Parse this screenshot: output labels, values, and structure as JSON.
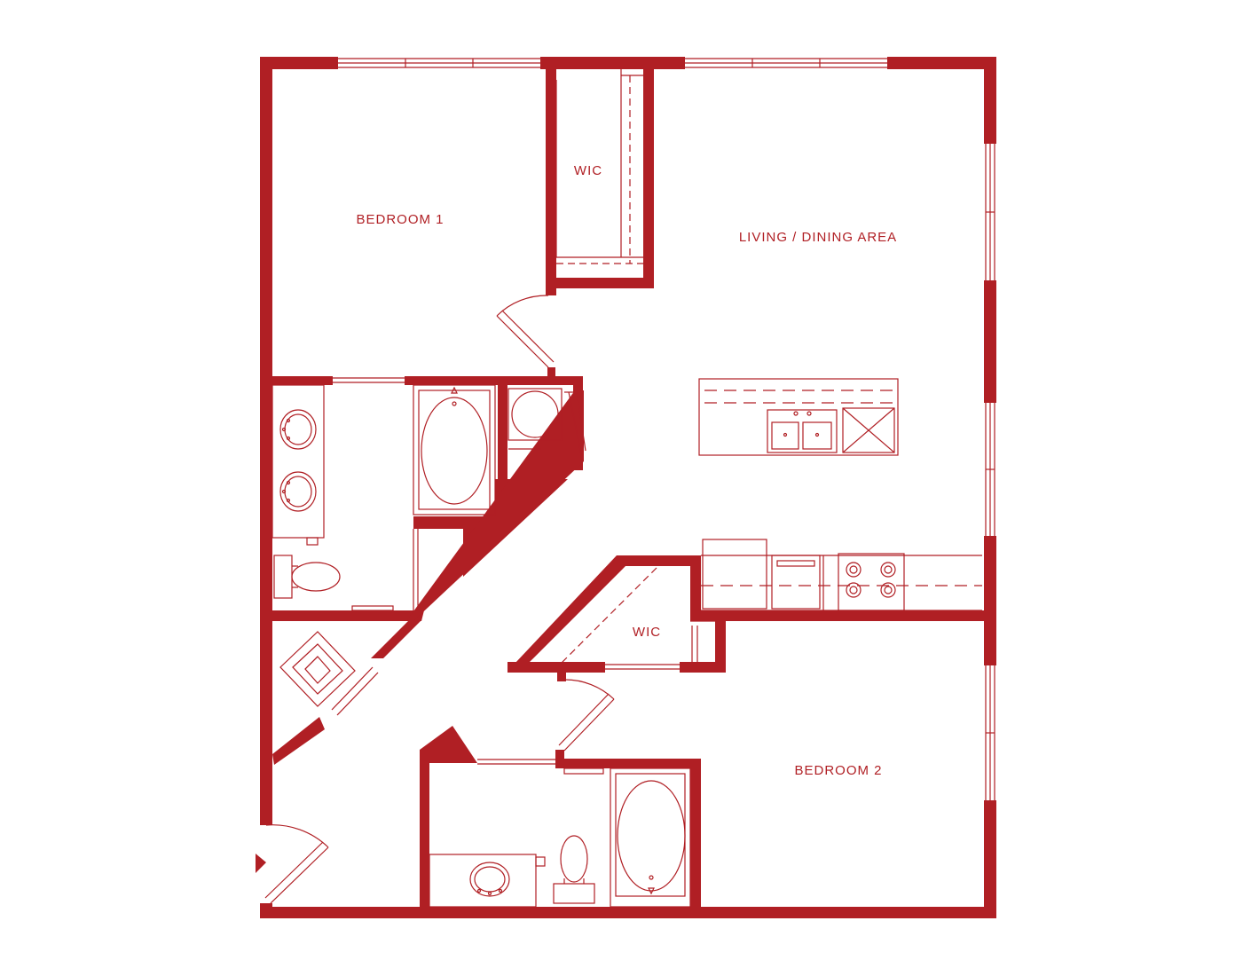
{
  "colors": {
    "wall": "#b01f24",
    "background": "#ffffff"
  },
  "rooms": {
    "bedroom_1": "BEDROOM 1",
    "wic_1": "WIC",
    "living": "LIVING / DINING AREA",
    "wic_2": "WIC",
    "bedroom_2": "BEDROOM 2"
  }
}
